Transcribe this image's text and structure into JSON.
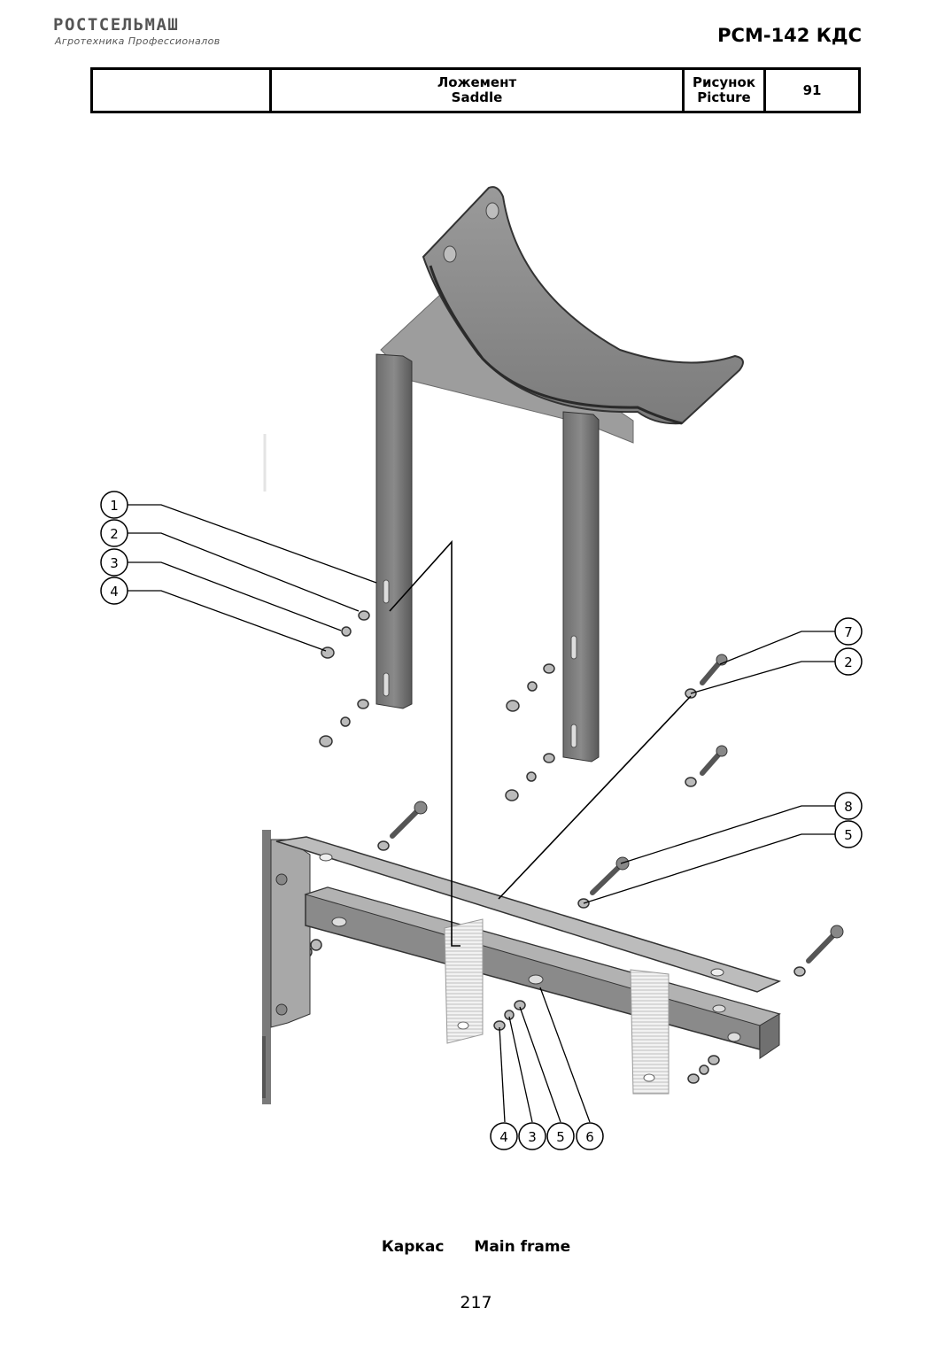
{
  "header": {
    "brand": "РОСТСЕЛЬМАШ",
    "tagline": "Агротехника Профессионалов",
    "model": "РСМ-142 КДС"
  },
  "title_block": {
    "name_ru": "Ложемент",
    "name_en": "Saddle",
    "picture_ru": "Рисунок",
    "picture_en": "Picture",
    "picture_number": "91"
  },
  "callouts": {
    "left": [
      "1",
      "2",
      "3",
      "4"
    ],
    "right": [
      "7",
      "2",
      "8",
      "5"
    ],
    "bottom": [
      "4",
      "3",
      "5",
      "6"
    ]
  },
  "caption": {
    "ru": "Каркас",
    "en": "Main frame"
  },
  "page_number": "217"
}
